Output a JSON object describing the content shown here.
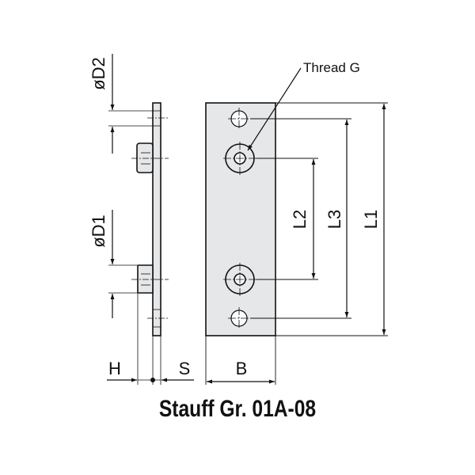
{
  "title": "Stauff Gr. 01A-08",
  "labels": {
    "thread": "Thread G",
    "d2": "øD2",
    "d1": "øD1",
    "l1": "L1",
    "l2": "L2",
    "l3": "L3",
    "b": "B",
    "h": "H",
    "s": "S"
  },
  "colors": {
    "plate_fill": "#e6e7e9",
    "line": "#111111"
  }
}
